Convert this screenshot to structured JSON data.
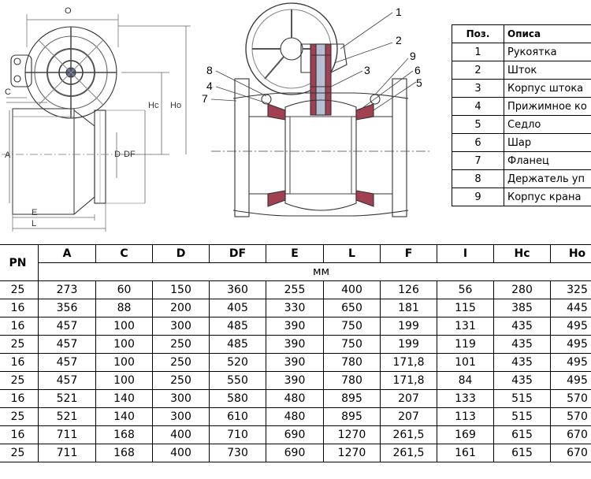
{
  "drawing_left": {
    "labels": [
      "O",
      "C",
      "Hc",
      "Ho",
      "D",
      "DF",
      "A",
      "E",
      "L"
    ]
  },
  "drawing_section": {
    "callouts": [
      "1",
      "2",
      "3",
      "4",
      "5",
      "6",
      "7",
      "8",
      "9"
    ]
  },
  "legend": {
    "headers": [
      "Поз.",
      "Описа"
    ],
    "rows": [
      {
        "pos": "1",
        "name": "Рукоятка"
      },
      {
        "pos": "2",
        "name": "Шток"
      },
      {
        "pos": "3",
        "name": "Корпус штока"
      },
      {
        "pos": "4",
        "name": "Прижимное ко"
      },
      {
        "pos": "5",
        "name": "Седло"
      },
      {
        "pos": "6",
        "name": "Шар"
      },
      {
        "pos": "7",
        "name": "Фланец"
      },
      {
        "pos": "8",
        "name": "Держатель уп"
      },
      {
        "pos": "9",
        "name": "Корпус крана"
      }
    ]
  },
  "dimensions": {
    "headers": [
      "PN",
      "A",
      "C",
      "D",
      "DF",
      "E",
      "L",
      "F",
      "I",
      "Hc",
      "Ho"
    ],
    "unit": "мм",
    "rows": [
      [
        "25",
        "273",
        "60",
        "150",
        "360",
        "255",
        "400",
        "126",
        "56",
        "280",
        "325"
      ],
      [
        "16",
        "356",
        "88",
        "200",
        "405",
        "330",
        "650",
        "181",
        "115",
        "385",
        "445"
      ],
      [
        "16",
        "457",
        "100",
        "300",
        "485",
        "390",
        "750",
        "199",
        "131",
        "435",
        "495"
      ],
      [
        "25",
        "457",
        "100",
        "250",
        "485",
        "390",
        "750",
        "199",
        "119",
        "435",
        "495"
      ],
      [
        "16",
        "457",
        "100",
        "250",
        "520",
        "390",
        "780",
        "171,8",
        "101",
        "435",
        "495"
      ],
      [
        "25",
        "457",
        "100",
        "250",
        "550",
        "390",
        "780",
        "171,8",
        "84",
        "435",
        "495"
      ],
      [
        "16",
        "521",
        "140",
        "300",
        "580",
        "480",
        "895",
        "207",
        "133",
        "515",
        "570"
      ],
      [
        "25",
        "521",
        "140",
        "300",
        "610",
        "480",
        "895",
        "207",
        "113",
        "515",
        "570"
      ],
      [
        "16",
        "711",
        "168",
        "400",
        "710",
        "690",
        "1270",
        "261,5",
        "169",
        "615",
        "670"
      ],
      [
        "25",
        "711",
        "168",
        "400",
        "730",
        "690",
        "1270",
        "261,5",
        "161",
        "615",
        "670"
      ]
    ]
  }
}
